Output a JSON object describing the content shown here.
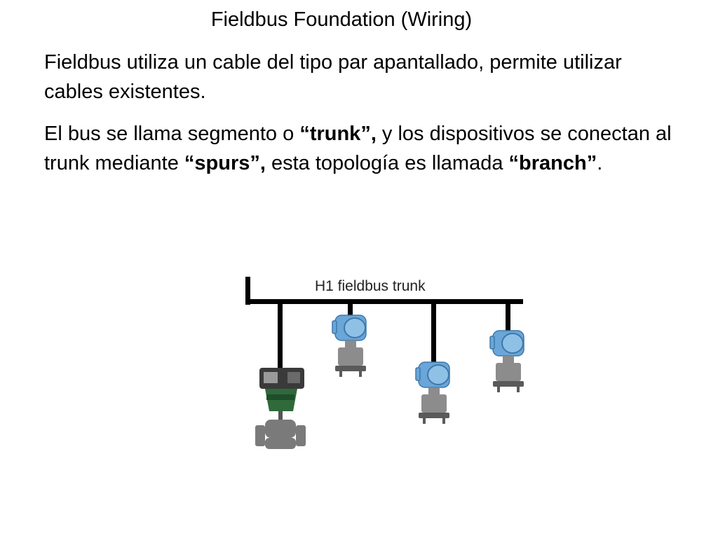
{
  "slide": {
    "title": "Fieldbus Foundation (Wiring)",
    "paragraph1": "Fieldbus utiliza un cable del tipo par apantallado, permite utilizar cables existentes.",
    "paragraph2": {
      "t1": "El bus se llama segmento o ",
      "b1": "“trunk”,",
      "t2": " y los dispositivos se conectan al trunk mediante ",
      "b2": "“spurs”,",
      "t3": " esta topología es llamada ",
      "b3": "“branch”",
      "t4": "."
    }
  },
  "diagram": {
    "trunk_label": "H1 fieldbus trunk",
    "colors": {
      "cable": "#000000",
      "transmitter_head": "#6aa6d8",
      "transmitter_body": "#8c8c8c",
      "valve_actuator": "#2f6a3a",
      "valve_body": "#7a7a7a"
    }
  }
}
